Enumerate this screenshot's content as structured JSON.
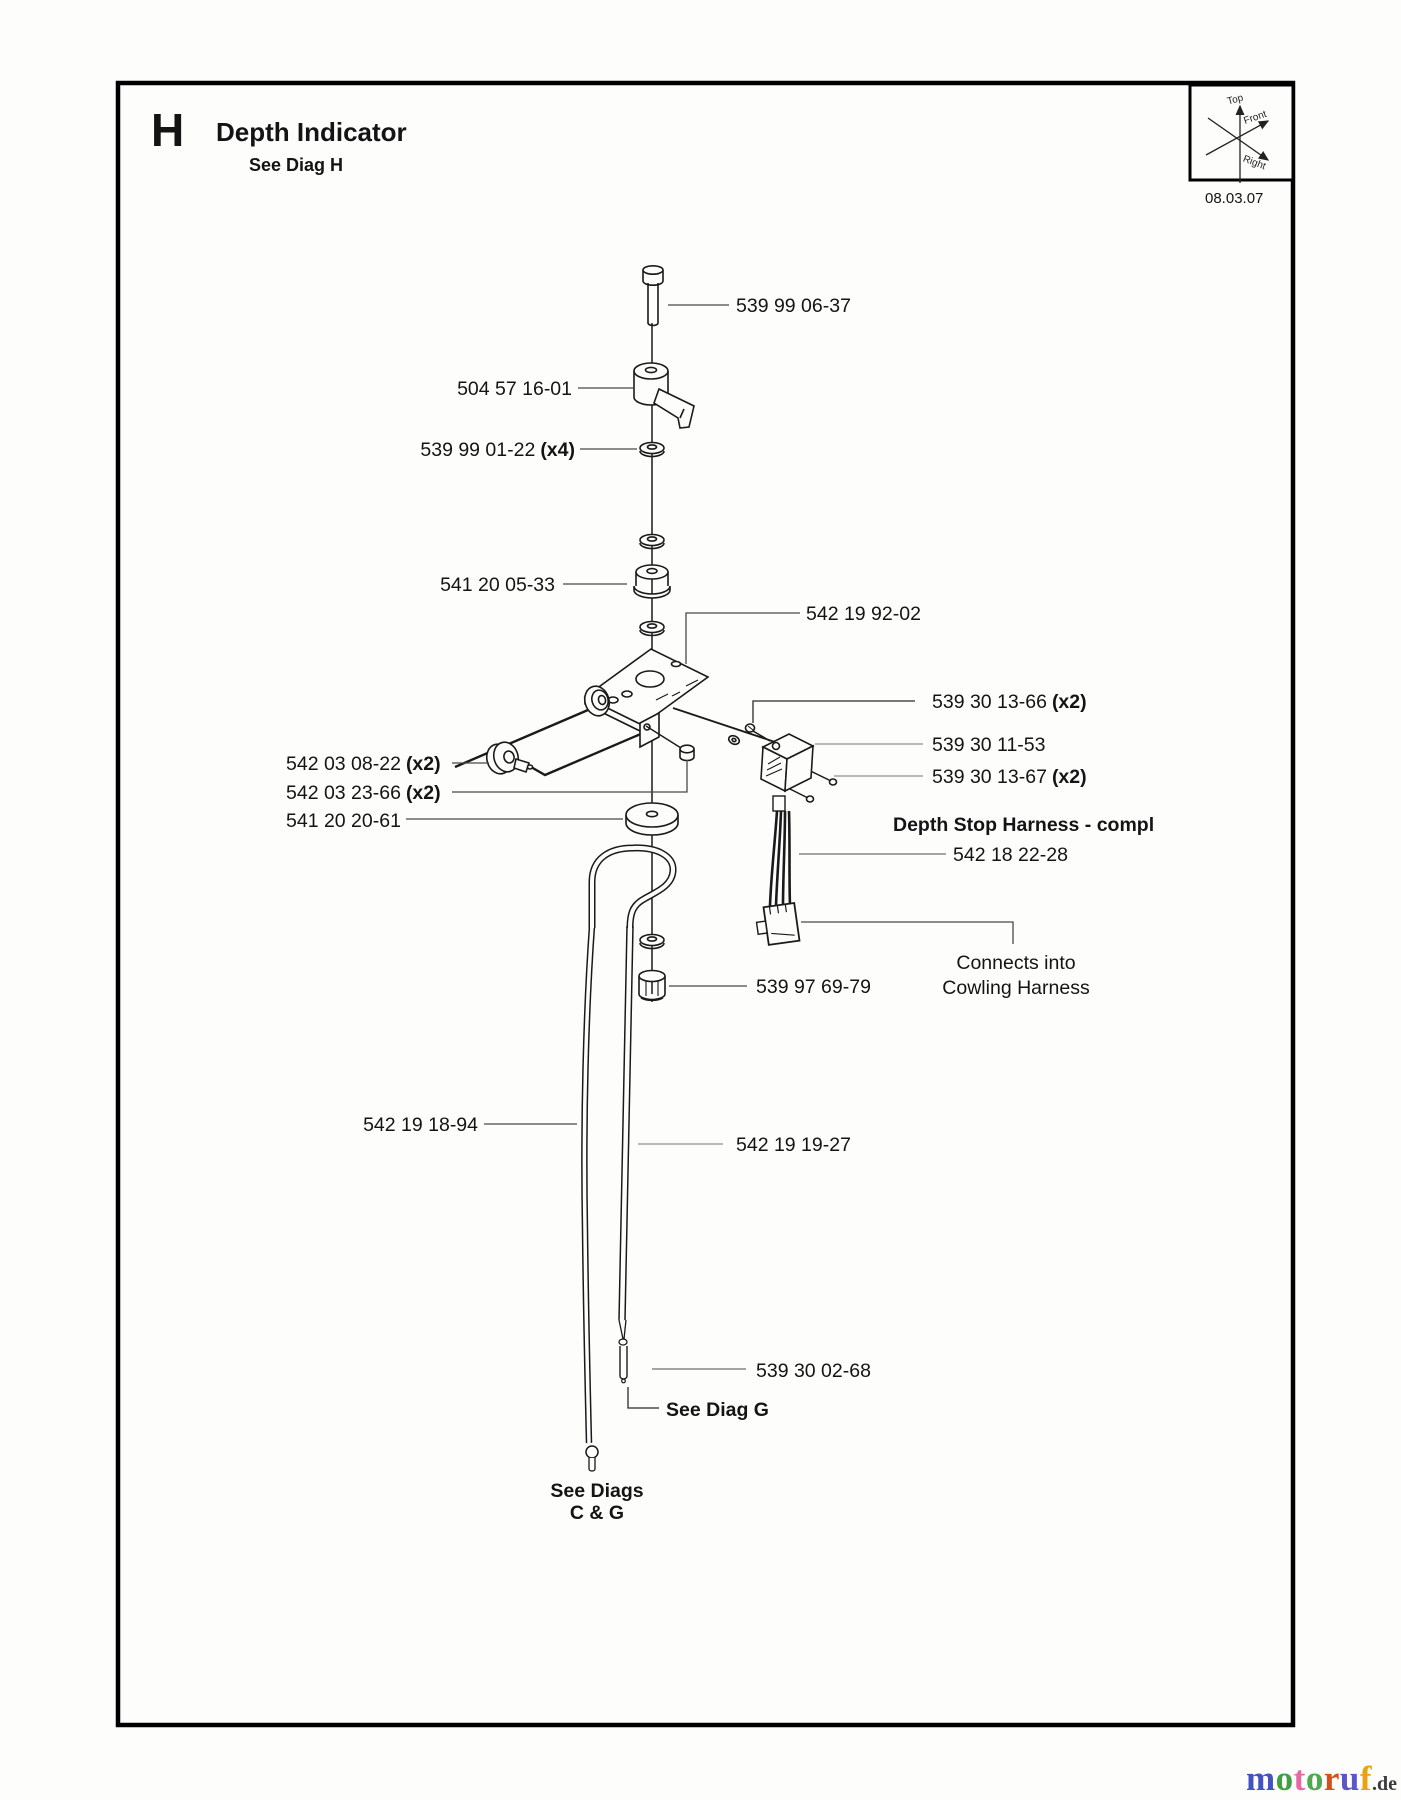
{
  "page": {
    "section_letter": "H",
    "title": "Depth Indicator",
    "subtitle": "See Diag H",
    "date": "08.03.07",
    "orientation": {
      "top": "Top",
      "front": "Front",
      "right": "Right"
    },
    "logo": {
      "letters": [
        {
          "ch": "m",
          "style": "color:#4352c2"
        },
        {
          "ch": "o",
          "style": "color:#3f9f42"
        },
        {
          "ch": "t",
          "style": "color:#e667a6"
        },
        {
          "ch": "o",
          "style": "color:#52a84f"
        },
        {
          "ch": "r",
          "style": "color:#d1501e"
        },
        {
          "ch": "u",
          "style": "color:#5a55c8"
        },
        {
          "ch": "f",
          "style": "color:#eba212"
        }
      ],
      "suffix": ".de"
    }
  },
  "labels": {
    "bolt": {
      "num": "539 99 06-37"
    },
    "lever": {
      "num": "504 57 16-01"
    },
    "washer": {
      "num": "539 99 01-22",
      "qty": "(x4)"
    },
    "spacer": {
      "num": "541 20 05-33"
    },
    "bracket": {
      "num": "542 19 92-02"
    },
    "screw_upper": {
      "num": "539 30 13-66",
      "qty": "(x2)"
    },
    "switch": {
      "num": "539 30 11-53"
    },
    "screw_lower": {
      "num": "539 30 13-67",
      "qty": "(x2)"
    },
    "roller": {
      "num": "542 03 08-22",
      "qty": "(x2)"
    },
    "roller_nut": {
      "num": "542 03 23-66",
      "qty": "(x2)"
    },
    "disc": {
      "num": "541 20 20-61"
    },
    "harness_title": "Depth Stop Harness - compl",
    "harness": {
      "num": "542 18 22-28"
    },
    "connects_line1": "Connects into",
    "connects_line2": "Cowling Harness",
    "locknut": {
      "num": "539 97 69-79"
    },
    "cable": {
      "num": "542 19 18-94"
    },
    "tube": {
      "num": "542 19 19-27"
    },
    "pin": {
      "num": "539 30 02-68"
    },
    "see_diag_g": "See Diag G",
    "see_diags_line1": "See Diags",
    "see_diags_line2": "C & G"
  }
}
